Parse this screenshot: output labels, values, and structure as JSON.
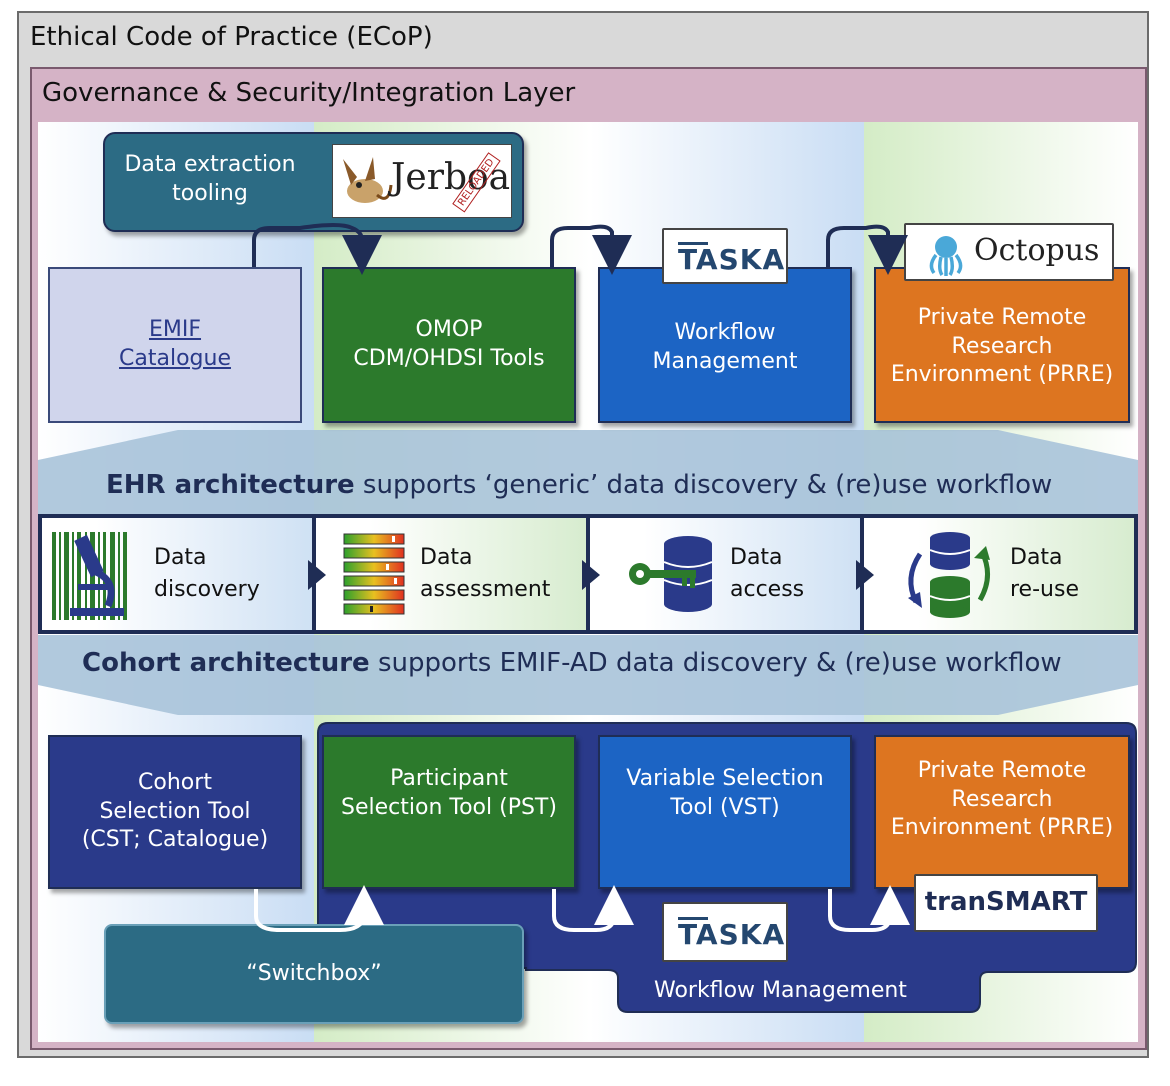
{
  "ecop_title": "Ethical Code of Practice (ECoP)",
  "governance_title": "Governance & Security/Integration Layer",
  "extraction": {
    "label": "Data extraction\ntooling",
    "logo_text": "Jerboa",
    "stamp": "RELOADED"
  },
  "top_row": [
    {
      "id": "emif",
      "label": "EMIF\nCatalogue"
    },
    {
      "id": "omop",
      "label": "OMOP\nCDM/OHDSI Tools"
    },
    {
      "id": "workflow",
      "label": "Workflow\nManagement"
    },
    {
      "id": "prre",
      "label": "Private Remote\nResearch\nEnvironment (PRRE)"
    }
  ],
  "taska_logo": "TASKA",
  "octopus_logo": "Octopus",
  "ehr_banner": {
    "bold": "EHR architecture",
    "rest": " supports ‘generic’ data discovery & (re)use workflow"
  },
  "steps": [
    {
      "label": "Data\ndiscovery",
      "icon": "microscope-icon"
    },
    {
      "label": "Data\nassessment",
      "icon": "quality-bars-icon"
    },
    {
      "label": "Data\naccess",
      "icon": "key-database-icon"
    },
    {
      "label": "Data\nre-use",
      "icon": "database-cycle-icon"
    }
  ],
  "cohort_banner": {
    "bold": "Cohort architecture",
    "rest": " supports EMIF-AD data discovery & (re)use workflow"
  },
  "bottom_row": [
    {
      "id": "cst",
      "label": "Cohort\nSelection Tool\n(CST; Catalogue)"
    },
    {
      "id": "pst",
      "label": "Participant\nSelection Tool (PST)"
    },
    {
      "id": "vst",
      "label": "Variable Selection\nTool (VST)"
    },
    {
      "id": "prre2",
      "label": "Private Remote\nResearch\nEnvironment (PRRE)"
    }
  ],
  "switchbox": "“Switchbox”",
  "transmart_logo": "tranSMART",
  "workflow_management": "Workflow Management",
  "colors": {
    "ecop_bg": "#d9d9d9",
    "gov_bg": "#d5b3c6",
    "navy": "#2a3a8a",
    "teal": "#2c6b84",
    "green": "#2c7a2c",
    "blue": "#1c64c4",
    "orange": "#dd7520",
    "lavender": "#d0d5ec",
    "taska_blue": "#24476f",
    "taska_cyan": "#1aa0e0"
  }
}
